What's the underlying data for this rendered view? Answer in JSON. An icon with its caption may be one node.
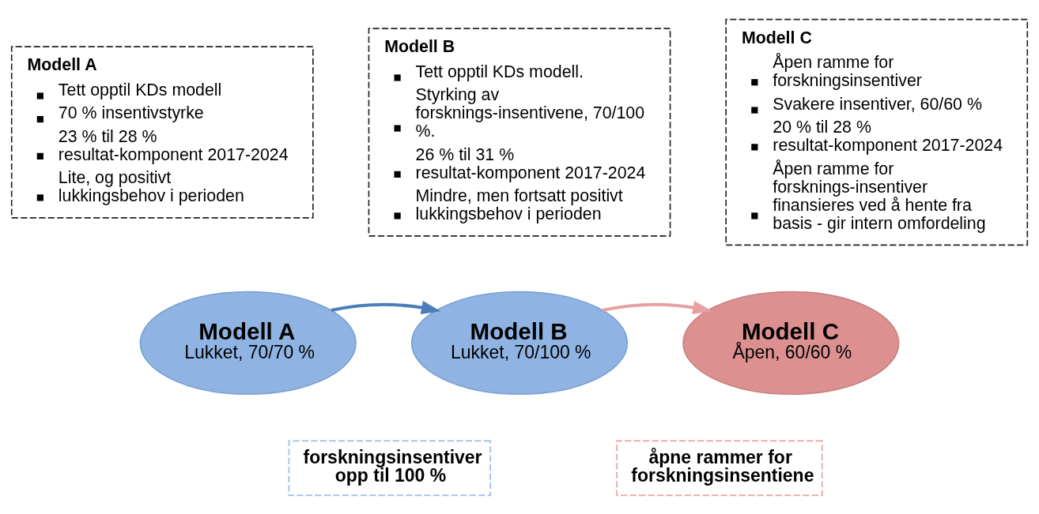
{
  "diagram": {
    "nodes": [
      {
        "text": [
          "Modell A",
          "Tett opptil KDs modell",
          "70 % insentivstyrke",
          "23 % til 28 % resultat-komponent 2017-2024",
          "Lite, og positivt lukkingsbehov i perioden"
        ]
      },
      {
        "text": [
          "Modell B",
          "Tett opptil KDs modell.",
          "Styrking av forsknings-insentivene, 70/100 %.",
          "26 % til 31 % resultat-komponent 2017-2024",
          "Mindre, men fortsatt positivt lukkingsbehov i perioden"
        ]
      },
      {
        "text": [
          "Modell C",
          "Åpen ramme for forskningsinsentiver",
          "Svakere insentiver, 60/60 %",
          "20 % til 28 % resultat-komponent 2017-2024",
          "Åpen ramme for forsknings-insentiver finansieres ved å hente fra basis - gir intern omfordeling"
        ]
      },
      {
        "text": [
          "Modell A",
          "Lukket, 70/70 %"
        ]
      },
      {
        "text": [
          "Modell B",
          "Lukket, 70/100 %"
        ]
      },
      {
        "text": [
          "Modell C",
          "Åpen, 60/60 %"
        ]
      },
      {
        "text": [
          "forskningsinsentiver opp til 100 %"
        ]
      },
      {
        "text": [
          "åpne rammer for forskningsinsentiene"
        ]
      }
    ],
    "edges": [
      {
        "from": 3,
        "to": 4,
        "arrow": "to",
        "color": "#4a7ebb"
      },
      {
        "from": 4,
        "to": 5,
        "arrow": "to",
        "color": "#e8a0a0"
      }
    ]
  }
}
